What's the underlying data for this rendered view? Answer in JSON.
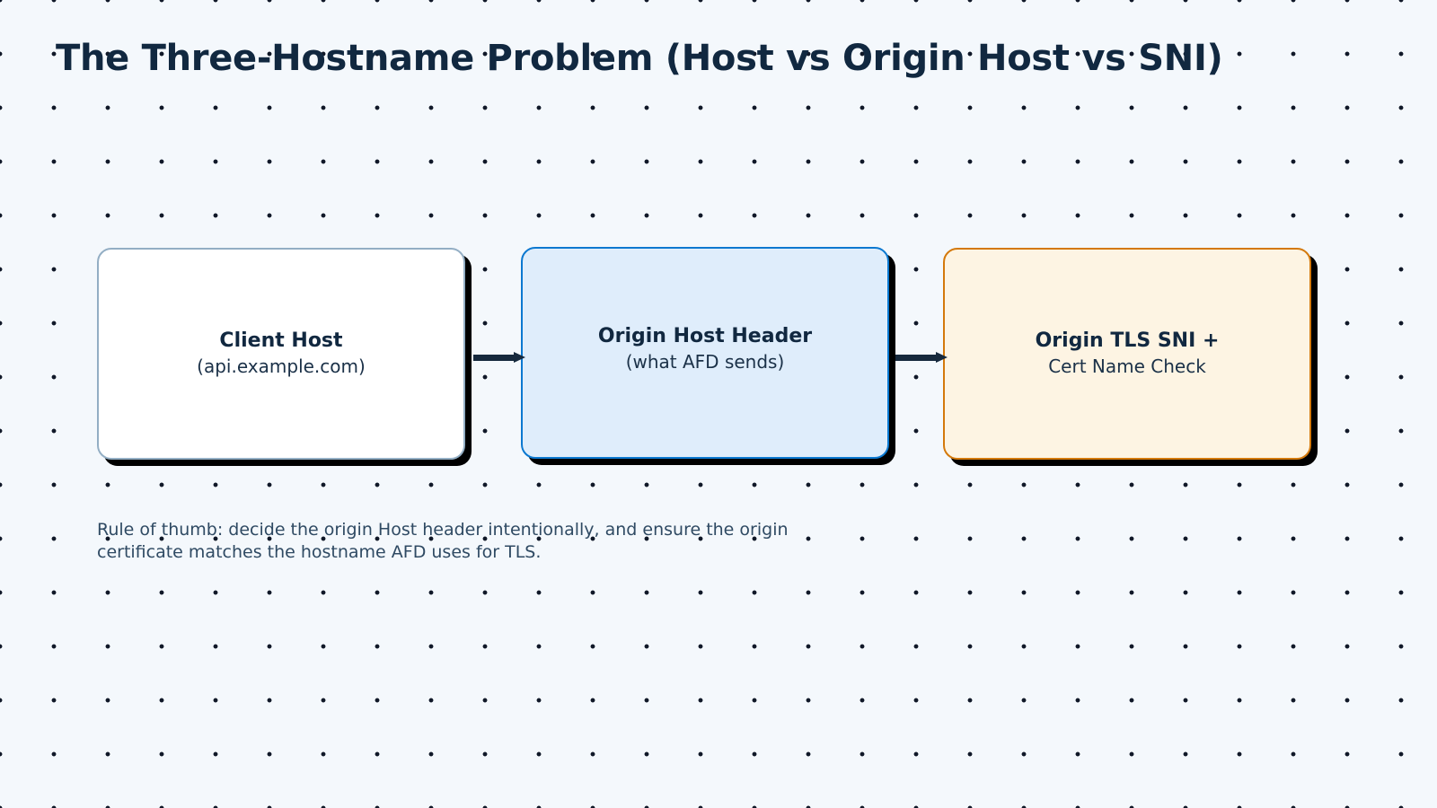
{
  "page": {
    "title": "The Three-Hostname Problem (Host vs Origin Host vs SNI)",
    "background_color": "#f4f8fc",
    "dot_color": "#101828"
  },
  "diagram": {
    "type": "flowchart",
    "direction": "left-to-right",
    "nodes": [
      {
        "id": "client-host",
        "title": "Client Host",
        "subtitle": "(api.example.com)",
        "fill": "#ffffff",
        "border": "#93aec4"
      },
      {
        "id": "origin-host-header",
        "title": "Origin Host Header",
        "subtitle": "(what AFD sends)",
        "fill": "#dfedfb",
        "border": "#0b78d0"
      },
      {
        "id": "origin-tls-sni",
        "title": "Origin TLS SNI +",
        "subtitle": "Cert Name Check",
        "fill": "#fdf4e3",
        "border": "#d4790b"
      }
    ],
    "edges": [
      {
        "id": "edge-1",
        "from": "client-host",
        "to": "origin-host-header",
        "label": "",
        "arrow": "arrow-right-icon"
      },
      {
        "id": "edge-2",
        "from": "origin-host-header",
        "to": "origin-tls-sni",
        "label": "",
        "arrow": "arrow-right-icon"
      }
    ]
  },
  "footnote": {
    "text": "Rule of thumb: decide the origin Host header intentionally, and ensure the origin certificate matches the hostname AFD uses for TLS.",
    "color": "#2f4a63"
  }
}
